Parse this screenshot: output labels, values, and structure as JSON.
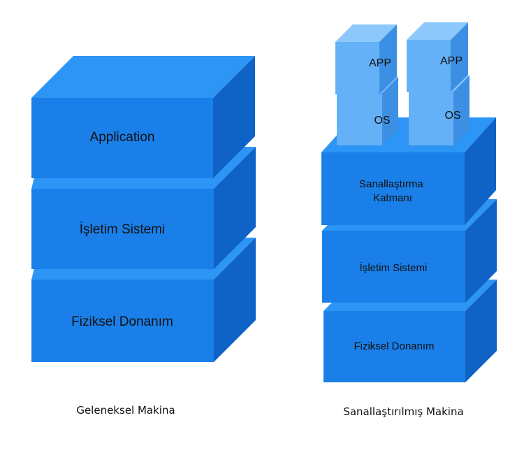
{
  "colors": {
    "block_front": "#1a7fe8",
    "block_top": "#2d95f5",
    "block_side": "#0f63c6",
    "cube_front": "#64b1f7",
    "cube_top": "#8cc8fb",
    "cube_side": "#3d8fe3",
    "text": "#111111"
  },
  "traditional": {
    "caption": "Geleneksel Makina",
    "layers": [
      {
        "id": "application",
        "label": "Application"
      },
      {
        "id": "os",
        "label": "İşletim Sistemi"
      },
      {
        "id": "hardware",
        "label": "Fiziksel Donanım"
      }
    ]
  },
  "virtualized": {
    "caption": "Sanallaştırılmış Makina",
    "layers": [
      {
        "id": "hypervisor",
        "label_lines": [
          "Sanallaştırma",
          "Katmanı"
        ]
      },
      {
        "id": "os",
        "label": "İşletim Sistemi"
      },
      {
        "id": "hardware",
        "label": "Fiziksel Donanım"
      }
    ],
    "vms": [
      {
        "app_label": "APP",
        "os_label": "OS"
      },
      {
        "app_label": "APP",
        "os_label": "OS"
      }
    ]
  }
}
